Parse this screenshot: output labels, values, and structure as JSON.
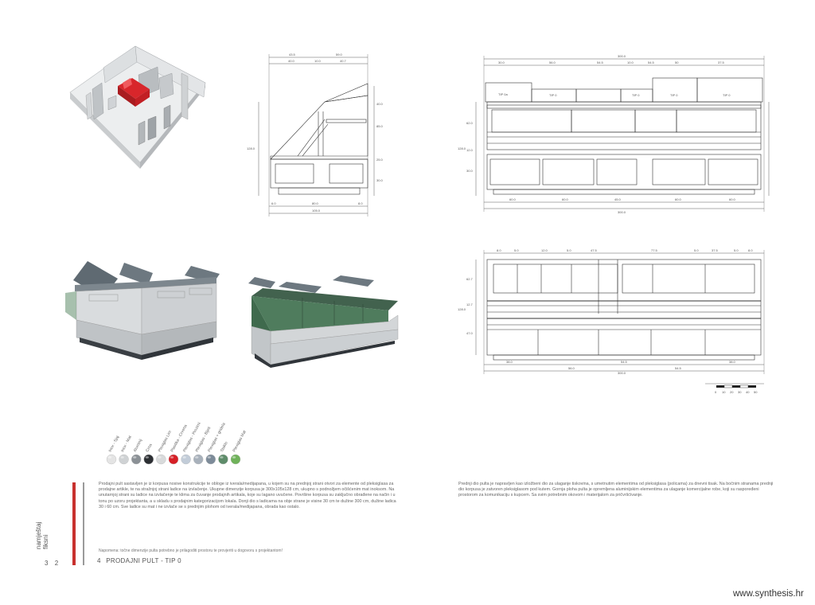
{
  "document": {
    "title_number": "4",
    "title": "PRODAJNI PULT - TIP 0",
    "side_label_line1": "namještaj",
    "side_label_line2": "fiksni",
    "page_numbers": [
      "3",
      "2"
    ],
    "website": "www.synthesis.hr",
    "paragraph_left": "Prodajni pult sastavljen je iz korpusa nosive konstrukcije te obloge iz iverala/medijapana, u kojem su na prednjoj strani otvori za elemente od pleksiglasa za prodajne artikle, te na stražnjoj strani ladice na izvlačenje. Ukupne dimenzije korpusa je 300x105x128 cm, ukupno s podnožjem očišćenim mat inoksom. Na unutarnjoj strani su ladice na izvlačenje te klima za čuvanje prodajnih artikala, koje su lagano uvučene. Površine korpusa su zaključno obrađene na način i u tonu po uzoru projektanta, a u skladu s prodajnim kategorizacijom lokala. Donji dio s ladicama na obje strane je visine 30 cm te dužine 300 cm, dužine ladica 30 i 60 cm. Sve ladice su mat i ne izvlače se s prednjim plohom od iverala/medijapana, obrada kao ostalo.",
    "paragraph_right": "Prednji dio pulta je napravljen kao izložbeni dio za ulaganje tiskovina, s umetnutim elementima od pleksiglasa (policama) za dnevni tisak. Na bočnim stranama prednji dio korpusa je zatvoren pleksiglasom pod kutem. Gornja ploha pulta je opremljena aluminijskim elementima za ulaganje komercijalne robe, koji su raspoređeni prostorom za komunikaciju s kupcem. Sa svim potrebnim okovom i materijalom za pričvršćivanje.",
    "note": "Napomena: točne dimenzije pulta potrebno je prilagoditi prostoru te provjeriti u dogovoru s projektantom!"
  },
  "swatches": [
    {
      "label": "Inox - Sjaj",
      "color": "#e4e4e4"
    },
    {
      "label": "Inox - Mat",
      "color": "#cfd2d4"
    },
    {
      "label": "Aluminij",
      "color": "#8b9196"
    },
    {
      "label": "Crna",
      "color": "#2c2f33"
    },
    {
      "label": "Plexiglas Lim",
      "color": "#d8dadb"
    },
    {
      "label": "Plastika - Crvena",
      "color": "#d61f26"
    },
    {
      "label": "Plexiglas - Prozirni",
      "color": "#c2ccd8"
    },
    {
      "label": "Plexiglas - Bijeli",
      "color": "#a8b1bb"
    },
    {
      "label": "Plexiglas + gridela",
      "color": "#7d8b99"
    },
    {
      "label": "Staklo",
      "color": "#5e8c6a"
    },
    {
      "label": "Plexiglas Mat",
      "color": "#6fb25a"
    }
  ],
  "drawing": {
    "side_dims_top": [
      "43.5",
      "59.0"
    ],
    "side_dims_sub": [
      "40.0",
      "10.0",
      "40.7"
    ],
    "side_dims_bottom": [
      "6.0",
      "80.0",
      "8.0"
    ],
    "side_total_width": "105.0",
    "side_height": "128.0",
    "side_right_dims": [
      "40.0",
      "85.0",
      "25.0",
      "30.0"
    ],
    "front_total_top": "300.0",
    "front_top_segments": [
      "30.0",
      "56.0",
      "54.5",
      "10.0",
      "54.5",
      "50",
      "37.5"
    ],
    "front_labels": [
      "TIP 0a",
      "TIP 0",
      "TIP 0",
      "TIP 0",
      "TIP 0"
    ],
    "front_bottom_segments": [
      "60.0",
      "60.0",
      "45.0",
      "60.0",
      "60.0"
    ],
    "front_total_bottom": "300.0",
    "front_left_dims": [
      "62.0",
      "12.0",
      "30.0"
    ],
    "front_height": "128.0",
    "back_top_segments": [
      "8.0",
      "5.0",
      "12.0",
      "5.0",
      "47.5",
      "77.5",
      "5.0",
      "37.5",
      "5.0",
      "8.0"
    ],
    "back_bottom_segments": [
      "38.0",
      "56.0",
      "54.5",
      "54.5",
      "38.0"
    ],
    "back_total": "300.0",
    "back_left_dims": [
      "62.7",
      "12.7",
      "47.0"
    ],
    "back_height": "128.0",
    "scale_ticks": [
      "0",
      "10",
      "20",
      "30",
      "40",
      "50"
    ]
  }
}
